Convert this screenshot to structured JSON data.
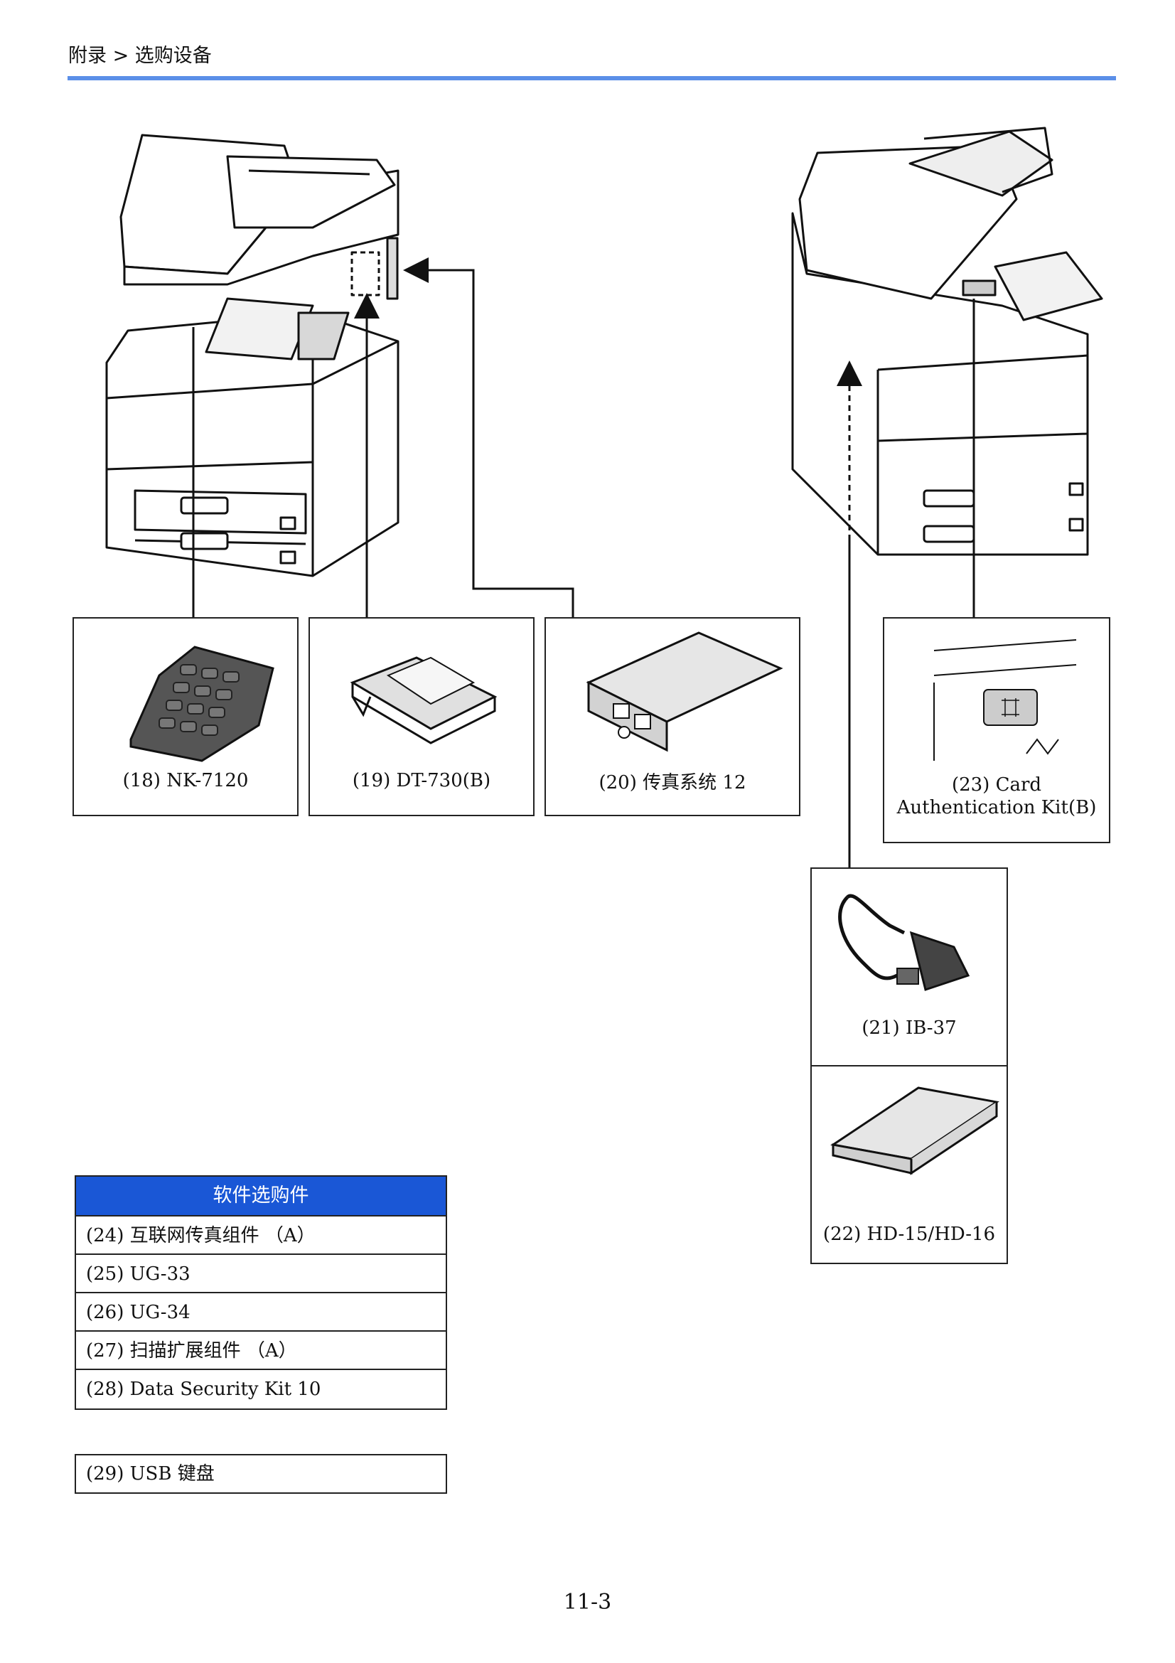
{
  "header": {
    "breadcrumb": "附录 > 选购设备"
  },
  "options": {
    "nk7120": "(18) NK-7120",
    "dt730": "(19) DT-730(B)",
    "fax": "(20) 传真系统 12",
    "card_line1": "(23) Card",
    "card_line2": "Authentication Kit(B)",
    "ib37": "(21) IB-37",
    "hd": "(22) HD-15/HD-16"
  },
  "software": {
    "title": "软件选购件",
    "rows": [
      "(24) 互联网传真组件 （A）",
      "(25) UG-33",
      "(26) UG-34",
      "(27) 扫描扩展组件 （A）",
      "(28) Data Security Kit 10"
    ]
  },
  "usb": "(29) USB 键盘",
  "page_number": "11-3",
  "colors": {
    "accent_rule": "#5b8fe8",
    "table_header": "#1a57d6"
  }
}
